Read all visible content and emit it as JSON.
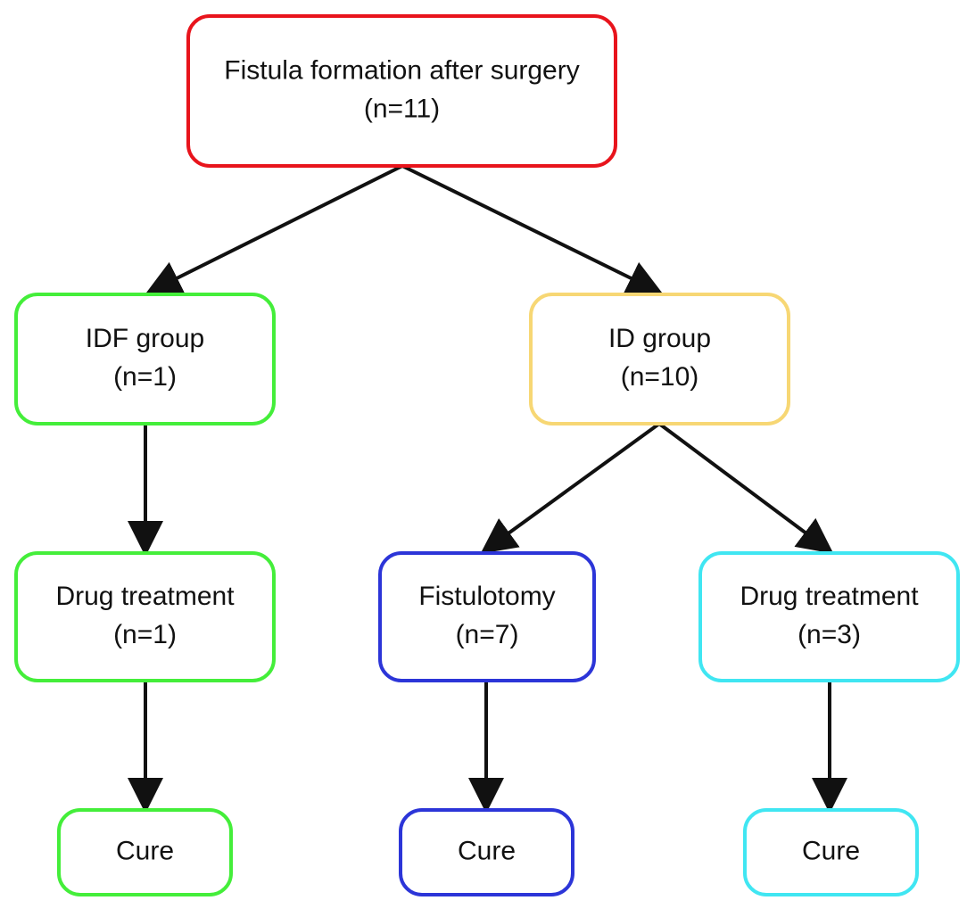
{
  "diagram": {
    "nodes": [
      {
        "id": "root",
        "lines": [
          "Fistula formation after surgery",
          "(n=11)"
        ],
        "color": "#e8141c"
      },
      {
        "id": "idf",
        "lines": [
          "IDF group",
          "(n=1)"
        ],
        "color": "#44ee3a"
      },
      {
        "id": "id",
        "lines": [
          "ID group",
          "(n=10)"
        ],
        "color": "#f7d774"
      },
      {
        "id": "idf-drug",
        "lines": [
          "Drug treatment",
          "(n=1)"
        ],
        "color": "#44ee3a"
      },
      {
        "id": "fistulotomy",
        "lines": [
          "Fistulotomy",
          "(n=7)"
        ],
        "color": "#2c35d8"
      },
      {
        "id": "id-drug",
        "lines": [
          "Drug treatment",
          "(n=3)"
        ],
        "color": "#40e6f2"
      },
      {
        "id": "idf-cure",
        "lines": [
          "Cure"
        ],
        "color": "#44ee3a"
      },
      {
        "id": "fistulotomy-cure",
        "lines": [
          "Cure"
        ],
        "color": "#2c35d8"
      },
      {
        "id": "id-drug-cure",
        "lines": [
          "Cure"
        ],
        "color": "#40e6f2"
      }
    ],
    "edges": [
      {
        "from": "root",
        "to": "idf"
      },
      {
        "from": "root",
        "to": "id"
      },
      {
        "from": "idf",
        "to": "idf-drug"
      },
      {
        "from": "id",
        "to": "fistulotomy"
      },
      {
        "from": "id",
        "to": "id-drug"
      },
      {
        "from": "idf-drug",
        "to": "idf-cure"
      },
      {
        "from": "fistulotomy",
        "to": "fistulotomy-cure"
      },
      {
        "from": "id-drug",
        "to": "id-drug-cure"
      }
    ],
    "arrow_color": "#111111"
  }
}
